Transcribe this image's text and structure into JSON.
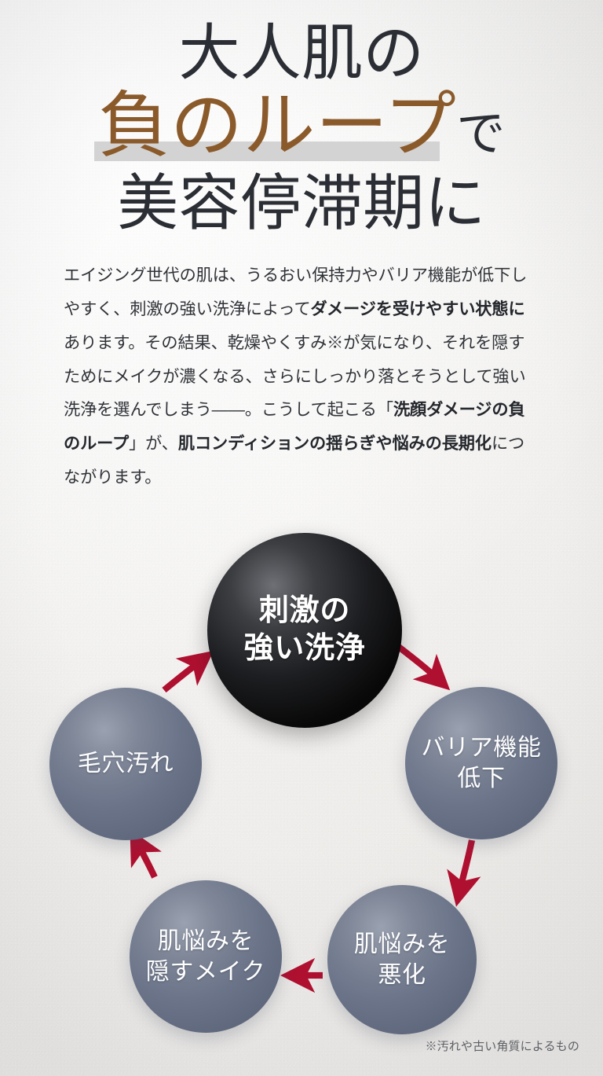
{
  "headline": {
    "line1": "大人肌の",
    "line2_highlight": "負のループ",
    "line2_suffix": "で",
    "line3": "美容停滞期に",
    "highlight_color": "#8B5A2B",
    "bar_color": "#d3d3d3",
    "text_color": "#2b2e34"
  },
  "body": {
    "segments": [
      {
        "text": "エイジング世代の肌は、うるおい保持力やバリア機能が低下しやすく、刺激の強い洗浄によって",
        "bold": false
      },
      {
        "text": "ダメージを受けやすい状態に",
        "bold": true
      },
      {
        "text": "あります。その結果、乾燥やくすみ※が気になり、それを隠すためにメイクが濃くなる、さらにしっかり落とそうとして強い洗浄を選んでしまう——。こうして起こる「",
        "bold": false
      },
      {
        "text": "洗顔ダメージの負のループ",
        "bold": true
      },
      {
        "text": "」が、",
        "bold": false
      },
      {
        "text": "肌コンディションの揺らぎや悩みの長期化",
        "bold": true
      },
      {
        "text": "につながります。",
        "bold": false
      }
    ]
  },
  "diagram": {
    "type": "cycle",
    "accent_color": "#b01030",
    "center_color": "#000000",
    "node_color": "#6b7489",
    "nodes": [
      {
        "id": "harsh-cleansing",
        "label": "刺激の\n強い洗浄",
        "role": "center"
      },
      {
        "id": "barrier-decline",
        "label": "バリア機能\n低下",
        "role": "step"
      },
      {
        "id": "skin-worsening",
        "label": "肌悩みを\n悪化",
        "role": "step"
      },
      {
        "id": "concealing-makeup",
        "label": "肌悩みを\n隠すメイク",
        "role": "step"
      },
      {
        "id": "pore-dirt",
        "label": "毛穴汚れ",
        "role": "step"
      }
    ],
    "arrows": [
      {
        "from": "harsh-cleansing",
        "to": "barrier-decline"
      },
      {
        "from": "barrier-decline",
        "to": "skin-worsening"
      },
      {
        "from": "skin-worsening",
        "to": "concealing-makeup"
      },
      {
        "from": "concealing-makeup",
        "to": "pore-dirt"
      },
      {
        "from": "pore-dirt",
        "to": "harsh-cleansing"
      }
    ]
  },
  "footnote": {
    "text": "※汚れや古い角質によるもの"
  }
}
